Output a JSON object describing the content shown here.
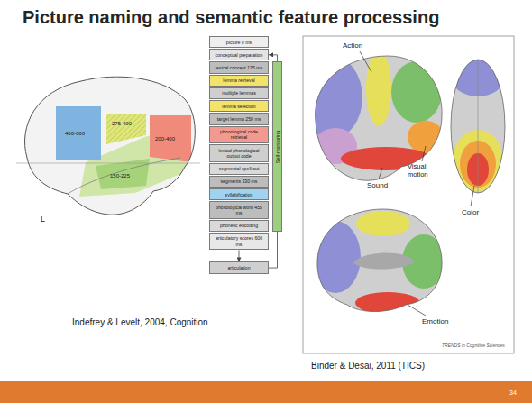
{
  "diagram": {
    "title": "Picture naming and semantic feature processing",
    "nodes": [
      {
        "text": [
          "picture 0 ms"
        ]
      },
      {
        "text": [
          "conceptual preparation"
        ]
      },
      {
        "text": [
          "lexical concept 175 ms"
        ]
      },
      {
        "text": [
          "lemma retrieval"
        ]
      },
      {
        "text": [
          "multiple lemmas"
        ]
      },
      {
        "text": [
          "lemma selection"
        ]
      },
      {
        "text": [
          "target lemma 250 ms"
        ]
      },
      {
        "text": [
          "phonological code retrieval"
        ]
      },
      {
        "text": [
          "lexical phonological output code"
        ]
      },
      {
        "text": [
          "segmental spell out"
        ]
      },
      {
        "text": [
          "segments 330 ms"
        ]
      },
      {
        "text": [
          "syllabification"
        ]
      },
      {
        "text": [
          "phonological word 455 ms"
        ]
      },
      {
        "text": [
          "phonetic encoding"
        ]
      },
      {
        "text": [
          "articulatory scores 600 ms"
        ]
      },
      {
        "text": [
          "articulation"
        ]
      },
      {
        "text": [
          "Self-monitoring"
        ]
      }
    ],
    "edges": [
      {
        "from": 14,
        "to": 15,
        "arrow": "to"
      },
      {
        "from": 15,
        "to": 16,
        "arrow": "none"
      },
      {
        "from": 16,
        "to": 1,
        "arrow": "to"
      }
    ],
    "labels": [
      "400-600",
      "275-400",
      "150-225",
      "200-400",
      "L",
      "Indefrey & Levelt, 2004, Cognition",
      "Action",
      "Sound",
      "Visual motion",
      "Color",
      "Emotion",
      "TRENDS in Cognitive Sciences",
      "Binder & Desai, 2011 (TICS)",
      "34"
    ]
  }
}
